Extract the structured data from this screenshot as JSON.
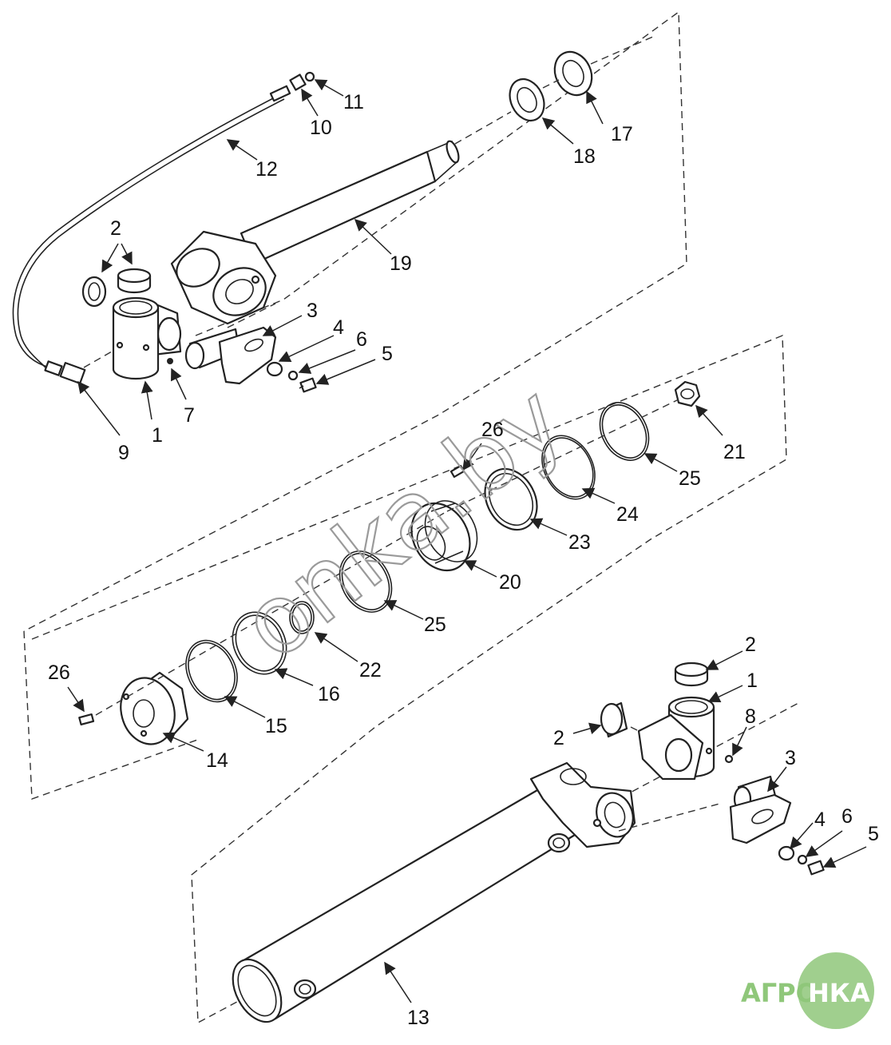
{
  "callouts": {
    "n1a": "1",
    "n2a": "2",
    "n3a": "3",
    "n4a": "4",
    "n5a": "5",
    "n6a": "6",
    "n7": "7",
    "n9": "9",
    "n10": "10",
    "n11": "11",
    "n12": "12",
    "n17": "17",
    "n18": "18",
    "n19": "19",
    "n26a": "26",
    "n20": "20",
    "n21": "21",
    "n22": "22",
    "n23": "23",
    "n24": "24",
    "n25a": "25",
    "n25b": "25",
    "n26b": "26",
    "n14": "14",
    "n15": "15",
    "n16": "16",
    "n2b": "2",
    "n2c": "2",
    "n1b": "1",
    "n8": "8",
    "n3b": "3",
    "n4b": "4",
    "n6b": "6",
    "n5b": "5",
    "n13": "13"
  },
  "watermark": {
    "text": "onka.by"
  },
  "logo": {
    "left": "АГРО",
    "right": "НКА",
    "color": "#8fc77a"
  }
}
